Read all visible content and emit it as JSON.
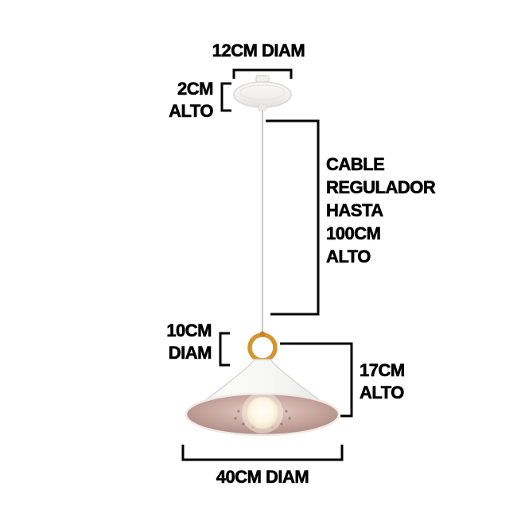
{
  "labels": {
    "canopy_diameter": "12CM DIAM",
    "canopy_height": [
      "2CM",
      "ALTO"
    ],
    "cable": [
      "CABLE",
      "REGULADOR",
      "HASTA",
      "100CM",
      "ALTO"
    ],
    "ring_diameter": [
      "10CM",
      "DIAM"
    ],
    "shade_height": [
      "17CM",
      "ALTO"
    ],
    "shade_diameter": "40CM DIAM"
  },
  "colors": {
    "background": "#ffffff",
    "dimension_line": "#000000",
    "text": "#000000",
    "cable": "#c9c9c7",
    "ring_gold": "#d6952e",
    "shade_white": "#f5f5f3",
    "shade_outline": "#d8d7d5",
    "inner_shade_pink": "#c9a8a1",
    "bulb": "#fdf8ea"
  }
}
